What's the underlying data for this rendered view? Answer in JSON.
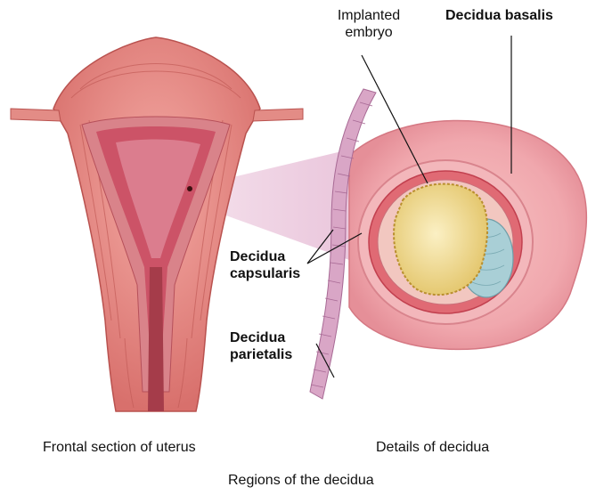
{
  "labels": {
    "implanted_embryo_line1": "Implanted",
    "implanted_embryo_line2": "embryo",
    "decidua_basalis": "Decidua basalis",
    "decidua_capsularis_line1": "Decidua",
    "decidua_capsularis_line2": "capsularis",
    "decidua_parietalis_line1": "Decidua",
    "decidua_parietalis_line2": "parietalis"
  },
  "captions": {
    "left_panel": "Frontal section of uterus",
    "right_panel": "Details of decidua",
    "figure": "Regions of the decidua"
  },
  "colors": {
    "muscle": "#e07f78",
    "muscle_dark": "#c95a56",
    "uterine_cavity": "#c94b60",
    "decidua_pink": "#f2a7ad",
    "decidua_light": "#f6c3c3",
    "embryo_yellow": "#f0d98a",
    "yolk_blue": "#a9cfd6",
    "wall_lilac": "#d9a6c6"
  }
}
